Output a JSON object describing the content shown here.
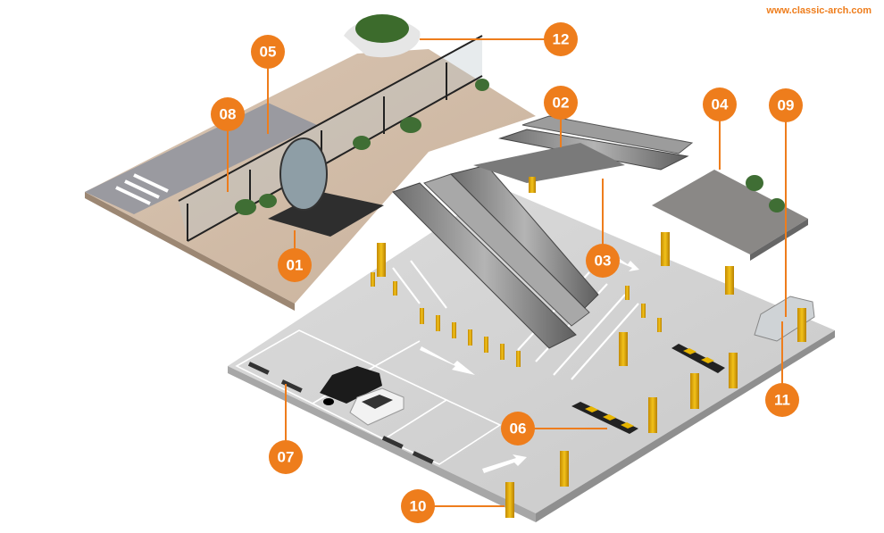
{
  "site_url": "www.classic-arch.com",
  "accent_color": "#ee7d1c",
  "callouts": [
    {
      "id": "01",
      "label": "01"
    },
    {
      "id": "02",
      "label": "02"
    },
    {
      "id": "03",
      "label": "03"
    },
    {
      "id": "04",
      "label": "04"
    },
    {
      "id": "05",
      "label": "05"
    },
    {
      "id": "06",
      "label": "06"
    },
    {
      "id": "07",
      "label": "07"
    },
    {
      "id": "08",
      "label": "08"
    },
    {
      "id": "09",
      "label": "09"
    },
    {
      "id": "10",
      "label": "10"
    },
    {
      "id": "11",
      "label": "11"
    },
    {
      "id": "12",
      "label": "12"
    }
  ]
}
